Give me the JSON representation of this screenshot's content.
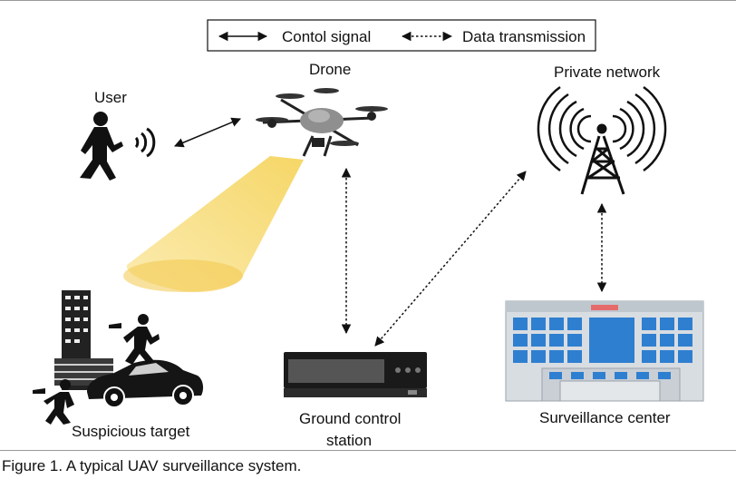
{
  "legend": {
    "control_label": "Contol signal",
    "data_label": "Data transmission"
  },
  "nodes": {
    "user": "User",
    "drone": "Drone",
    "private_network": "Private network",
    "suspicious_target": "Suspicious target",
    "ground_control_line1": "Ground control",
    "ground_control_line2": "station",
    "surveillance_center": "Surveillance center"
  },
  "figure": {
    "caption": "Figure 1. A typical UAV surveillance system."
  },
  "colors": {
    "beam": "#f7d25a",
    "glass": "#2f7fd0",
    "building_facade": "#d8dde2",
    "ink": "#111111"
  },
  "icons": [
    "user-icon",
    "signal-waves-icon",
    "drone-icon",
    "camera-beam-icon",
    "radio-tower-icon",
    "city-building-icon",
    "car-icon",
    "running-person-icon",
    "ground-station-icon",
    "surveillance-building-icon"
  ]
}
